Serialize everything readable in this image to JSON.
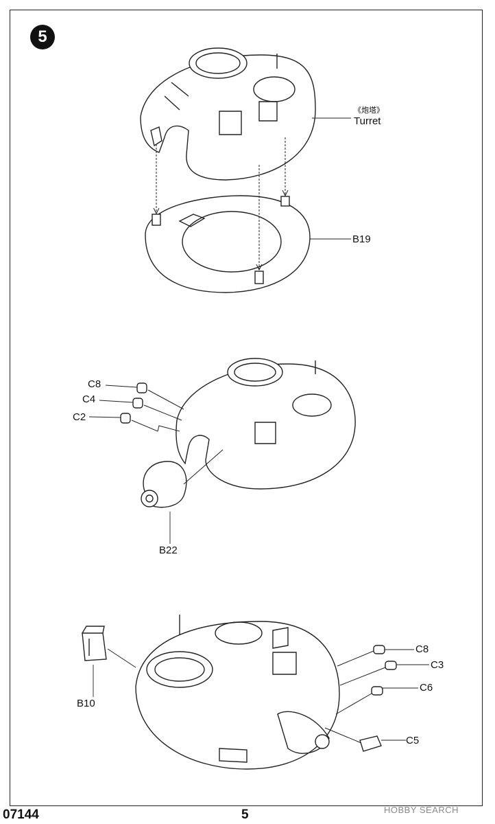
{
  "step": {
    "number": "5"
  },
  "labels": {
    "turret_cn": "《炮塔》",
    "turret": "Turret",
    "b19": "B19",
    "c8_a": "C8",
    "c4": "C4",
    "c2": "C2",
    "b22": "B22",
    "b10": "B10",
    "c8_b": "C8",
    "c3": "C3",
    "c6": "C6",
    "c5": "C5"
  },
  "footer": {
    "kit_number": "07144",
    "page_number": "5"
  },
  "watermark": "HOBBY SEARCH"
}
